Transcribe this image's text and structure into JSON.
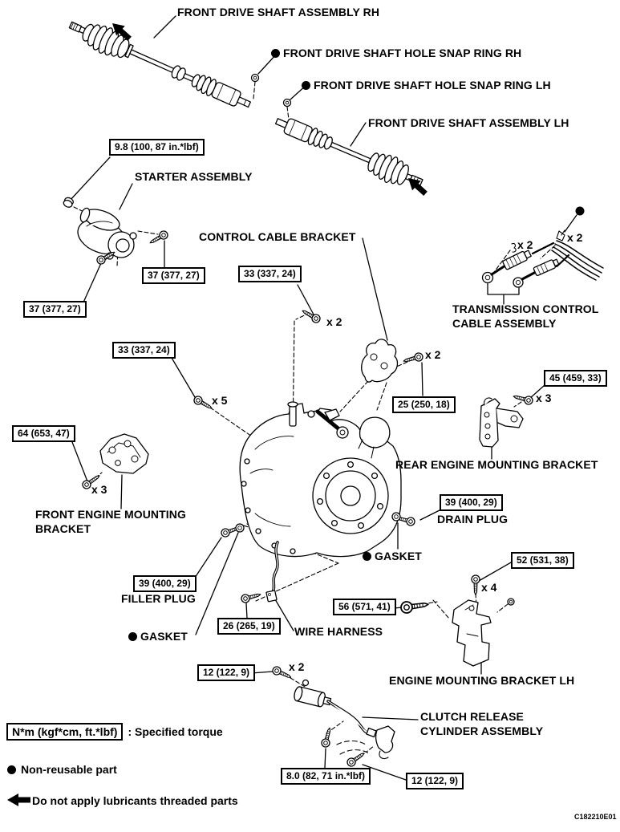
{
  "figure_code": "C182210E01",
  "colors": {
    "ink": "#000000",
    "background": "#ffffff"
  },
  "labels": {
    "drive_shaft_rh": {
      "lines": [
        "FRONT DRIVE SHAFT ASSEMBLY RH"
      ]
    },
    "snap_ring_rh": {
      "lines": [
        "FRONT DRIVE SHAFT HOLE SNAP RING RH"
      ],
      "non_reusable": true
    },
    "snap_ring_lh": {
      "lines": [
        "FRONT DRIVE SHAFT HOLE SNAP RING LH"
      ],
      "non_reusable": true
    },
    "drive_shaft_lh": {
      "lines": [
        "FRONT DRIVE SHAFT ASSEMBLY LH"
      ]
    },
    "starter": {
      "lines": [
        "STARTER ASSEMBLY"
      ]
    },
    "control_cable_bracket": {
      "lines": [
        "CONTROL CABLE BRACKET"
      ]
    },
    "trans_cable": {
      "lines": [
        "TRANSMISSION CONTROL",
        "CABLE ASSEMBLY"
      ]
    },
    "rear_bracket": {
      "lines": [
        "REAR ENGINE MOUNTING BRACKET"
      ]
    },
    "front_bracket": {
      "lines": [
        "FRONT ENGINE MOUNTING",
        "BRACKET"
      ]
    },
    "drain_plug": {
      "lines": [
        "DRAIN PLUG"
      ]
    },
    "gasket_drain": {
      "lines": [
        "GASKET"
      ],
      "non_reusable": true
    },
    "filler_plug": {
      "lines": [
        "FILLER PLUG"
      ]
    },
    "gasket_filler": {
      "lines": [
        "GASKET"
      ],
      "non_reusable": true
    },
    "wire_harness": {
      "lines": [
        "WIRE HARNESS"
      ]
    },
    "bracket_lh": {
      "lines": [
        "ENGINE MOUNTING BRACKET LH"
      ]
    },
    "clutch": {
      "lines": [
        "CLUTCH RELEASE",
        "CYLINDER ASSEMBLY"
      ]
    }
  },
  "torque": {
    "starter_nut": "9.8 (100, 87 in.*lbf)",
    "starter_bolt_upper": "37 (377, 27)",
    "starter_bolt_lower": "37 (377, 27)",
    "case_bolt_upper": "33 (337, 24)",
    "case_bolt_lower": "33 (337, 24)",
    "cable_bracket_bolt": "25 (250, 18)",
    "rear_bracket_bolt": "45 (459, 33)",
    "front_bracket_bolt": "64 (653, 47)",
    "drain_plug": "39 (400, 29)",
    "filler_plug": "39 (400, 29)",
    "bracket_lh_bolt": "52 (531, 38)",
    "mount_through_bolt": "56 (571, 41)",
    "harness_bolt": "26 (265, 19)",
    "clutch_bolt_upper": "12 (122, 9)",
    "clutch_line_bolt": "8.0 (82, 71 in.*lbf)",
    "clutch_bolt_lower": "12 (122, 9)"
  },
  "counts": {
    "cable_clip_left": "x 2",
    "cable_clamp_right": "x 2",
    "bracket_bolt": "x 2",
    "bracket_mount_bolt": "x 2",
    "rear_bracket_bolts": "x 3",
    "case_bolts": "x 5",
    "front_bracket_bolts": "x 3",
    "bracket_lh_bolts": "x 4",
    "clutch_bolts": "x 2"
  },
  "legend": {
    "torque_box_label": "N*m (kgf*cm, ft.*lbf)",
    "torque_note": ": Specified torque",
    "non_reusable": "Non-reusable part",
    "no_lubricants": "Do not apply lubricants threaded parts"
  }
}
